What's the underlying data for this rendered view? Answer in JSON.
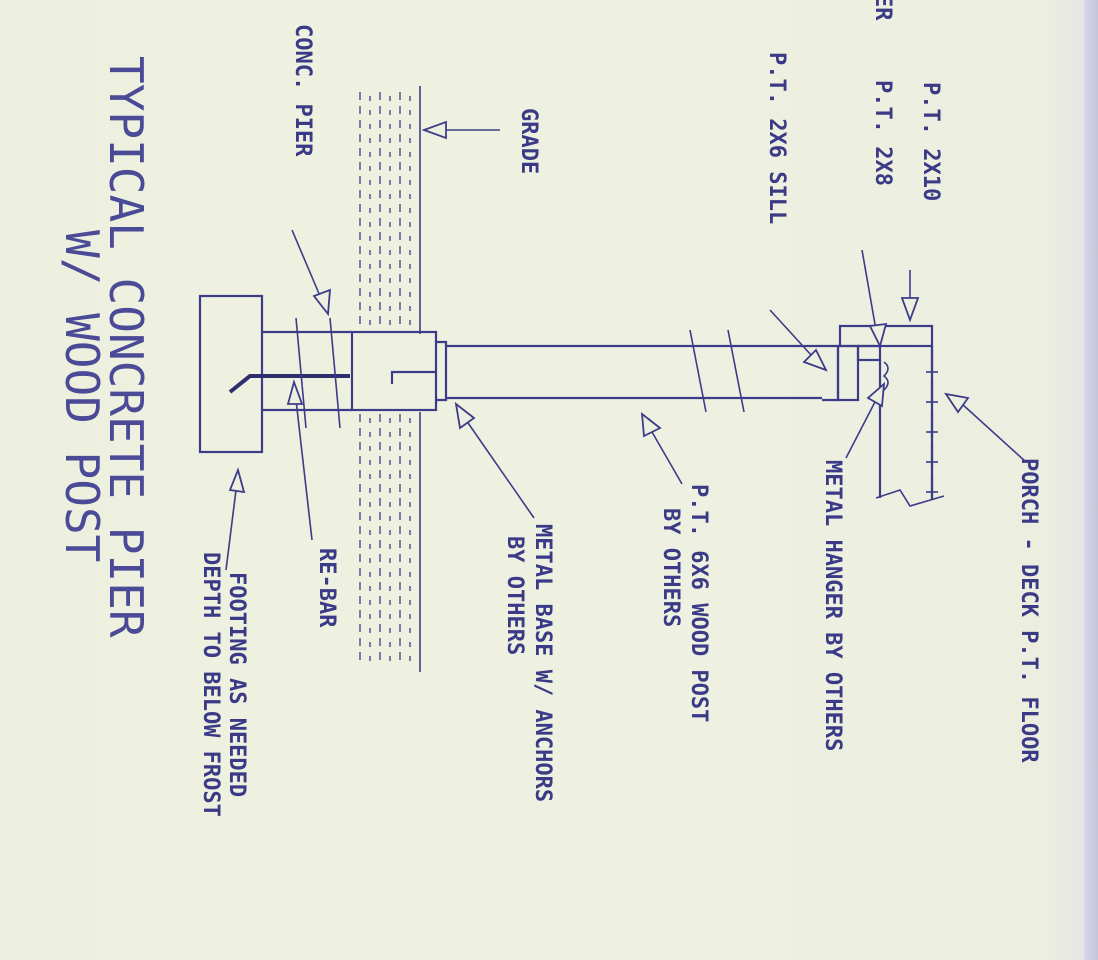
{
  "title": {
    "line1": "TYPICAL CONCRETE PIER",
    "line2": "W/ WOOD POST"
  },
  "labels": {
    "porch_deck": "PORCH - DECK P.T. FLOOR",
    "pt_2x10": "P.T. 2X10",
    "pt_2x8": "P.T. 2X8",
    "partial_er": "ER",
    "pt_2x6_sill": "P.T. 2X6 SILL",
    "metal_hanger": "METAL HANGER BY OTHERS",
    "grade": "GRADE",
    "conc_pier": "CONC. PIER",
    "wood_post_1": "P.T. 6X6 WOOD POST",
    "wood_post_2": "BY OTHERS",
    "metal_base_1": "METAL BASE W/ ANCHORS",
    "metal_base_2": "BY OTHERS",
    "rebar": "RE-BAR",
    "footing_1": "FOOTING AS NEEDED",
    "footing_2": "DEPTH TO BELOW FROST"
  },
  "colors": {
    "ink": "#3c3c88",
    "paper": "#eef0df"
  }
}
